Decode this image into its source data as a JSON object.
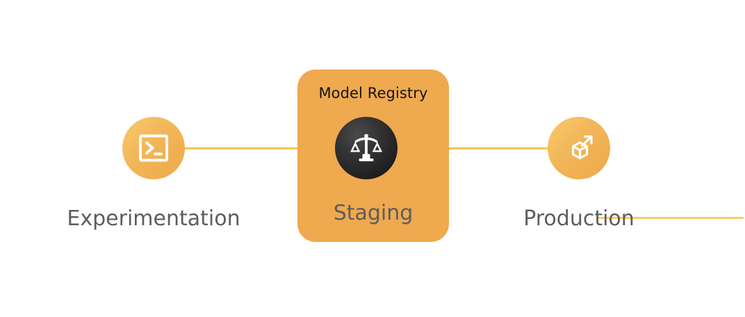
{
  "diagram": {
    "type": "ml-lifecycle-flow",
    "stages": [
      {
        "id": "experimentation",
        "label": "Experimentation",
        "icon": "terminal-icon",
        "node_color": "#f2b659",
        "label_color": "#5d5d5d"
      },
      {
        "id": "staging",
        "label": "Staging",
        "card_title": "Model Registry",
        "icon": "balance-scales-icon",
        "node_color": "#1a1a1a",
        "card_color": "#efa94e",
        "card_title_color": "#141414",
        "label_color": "#5d5d5d"
      },
      {
        "id": "production",
        "label": "Production",
        "icon": "cube-arrow-icon",
        "node_color": "#f2b659",
        "label_color": "#5d5d5d"
      }
    ],
    "connectors": [
      {
        "id": "experimentation-to-staging",
        "color": "#f5c453"
      },
      {
        "id": "staging-to-production",
        "color": "#f5c453"
      }
    ],
    "background_color": "#ffffff",
    "accent_color": "#efa94e"
  }
}
